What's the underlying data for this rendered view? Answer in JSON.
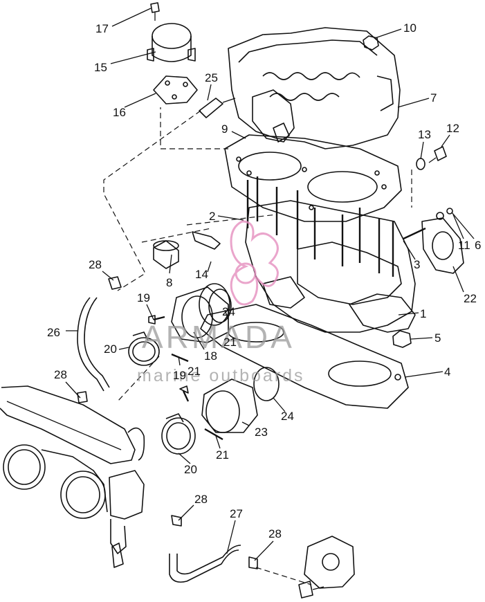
{
  "diagram": {
    "callouts": [
      "1",
      "2",
      "3",
      "4",
      "5",
      "6",
      "7",
      "8",
      "9",
      "10",
      "11",
      "12",
      "13",
      "14",
      "15",
      "16",
      "17",
      "18",
      "19",
      "19",
      "20",
      "20",
      "21",
      "21",
      "21",
      "22",
      "23",
      "24",
      "24",
      "25",
      "26",
      "27",
      "28",
      "28",
      "28",
      "28"
    ]
  },
  "watermark": {
    "title": "ARMADA",
    "subtitle": "marine outboards",
    "color": "#9a9a9a",
    "logo_color": "#e58fbf"
  }
}
